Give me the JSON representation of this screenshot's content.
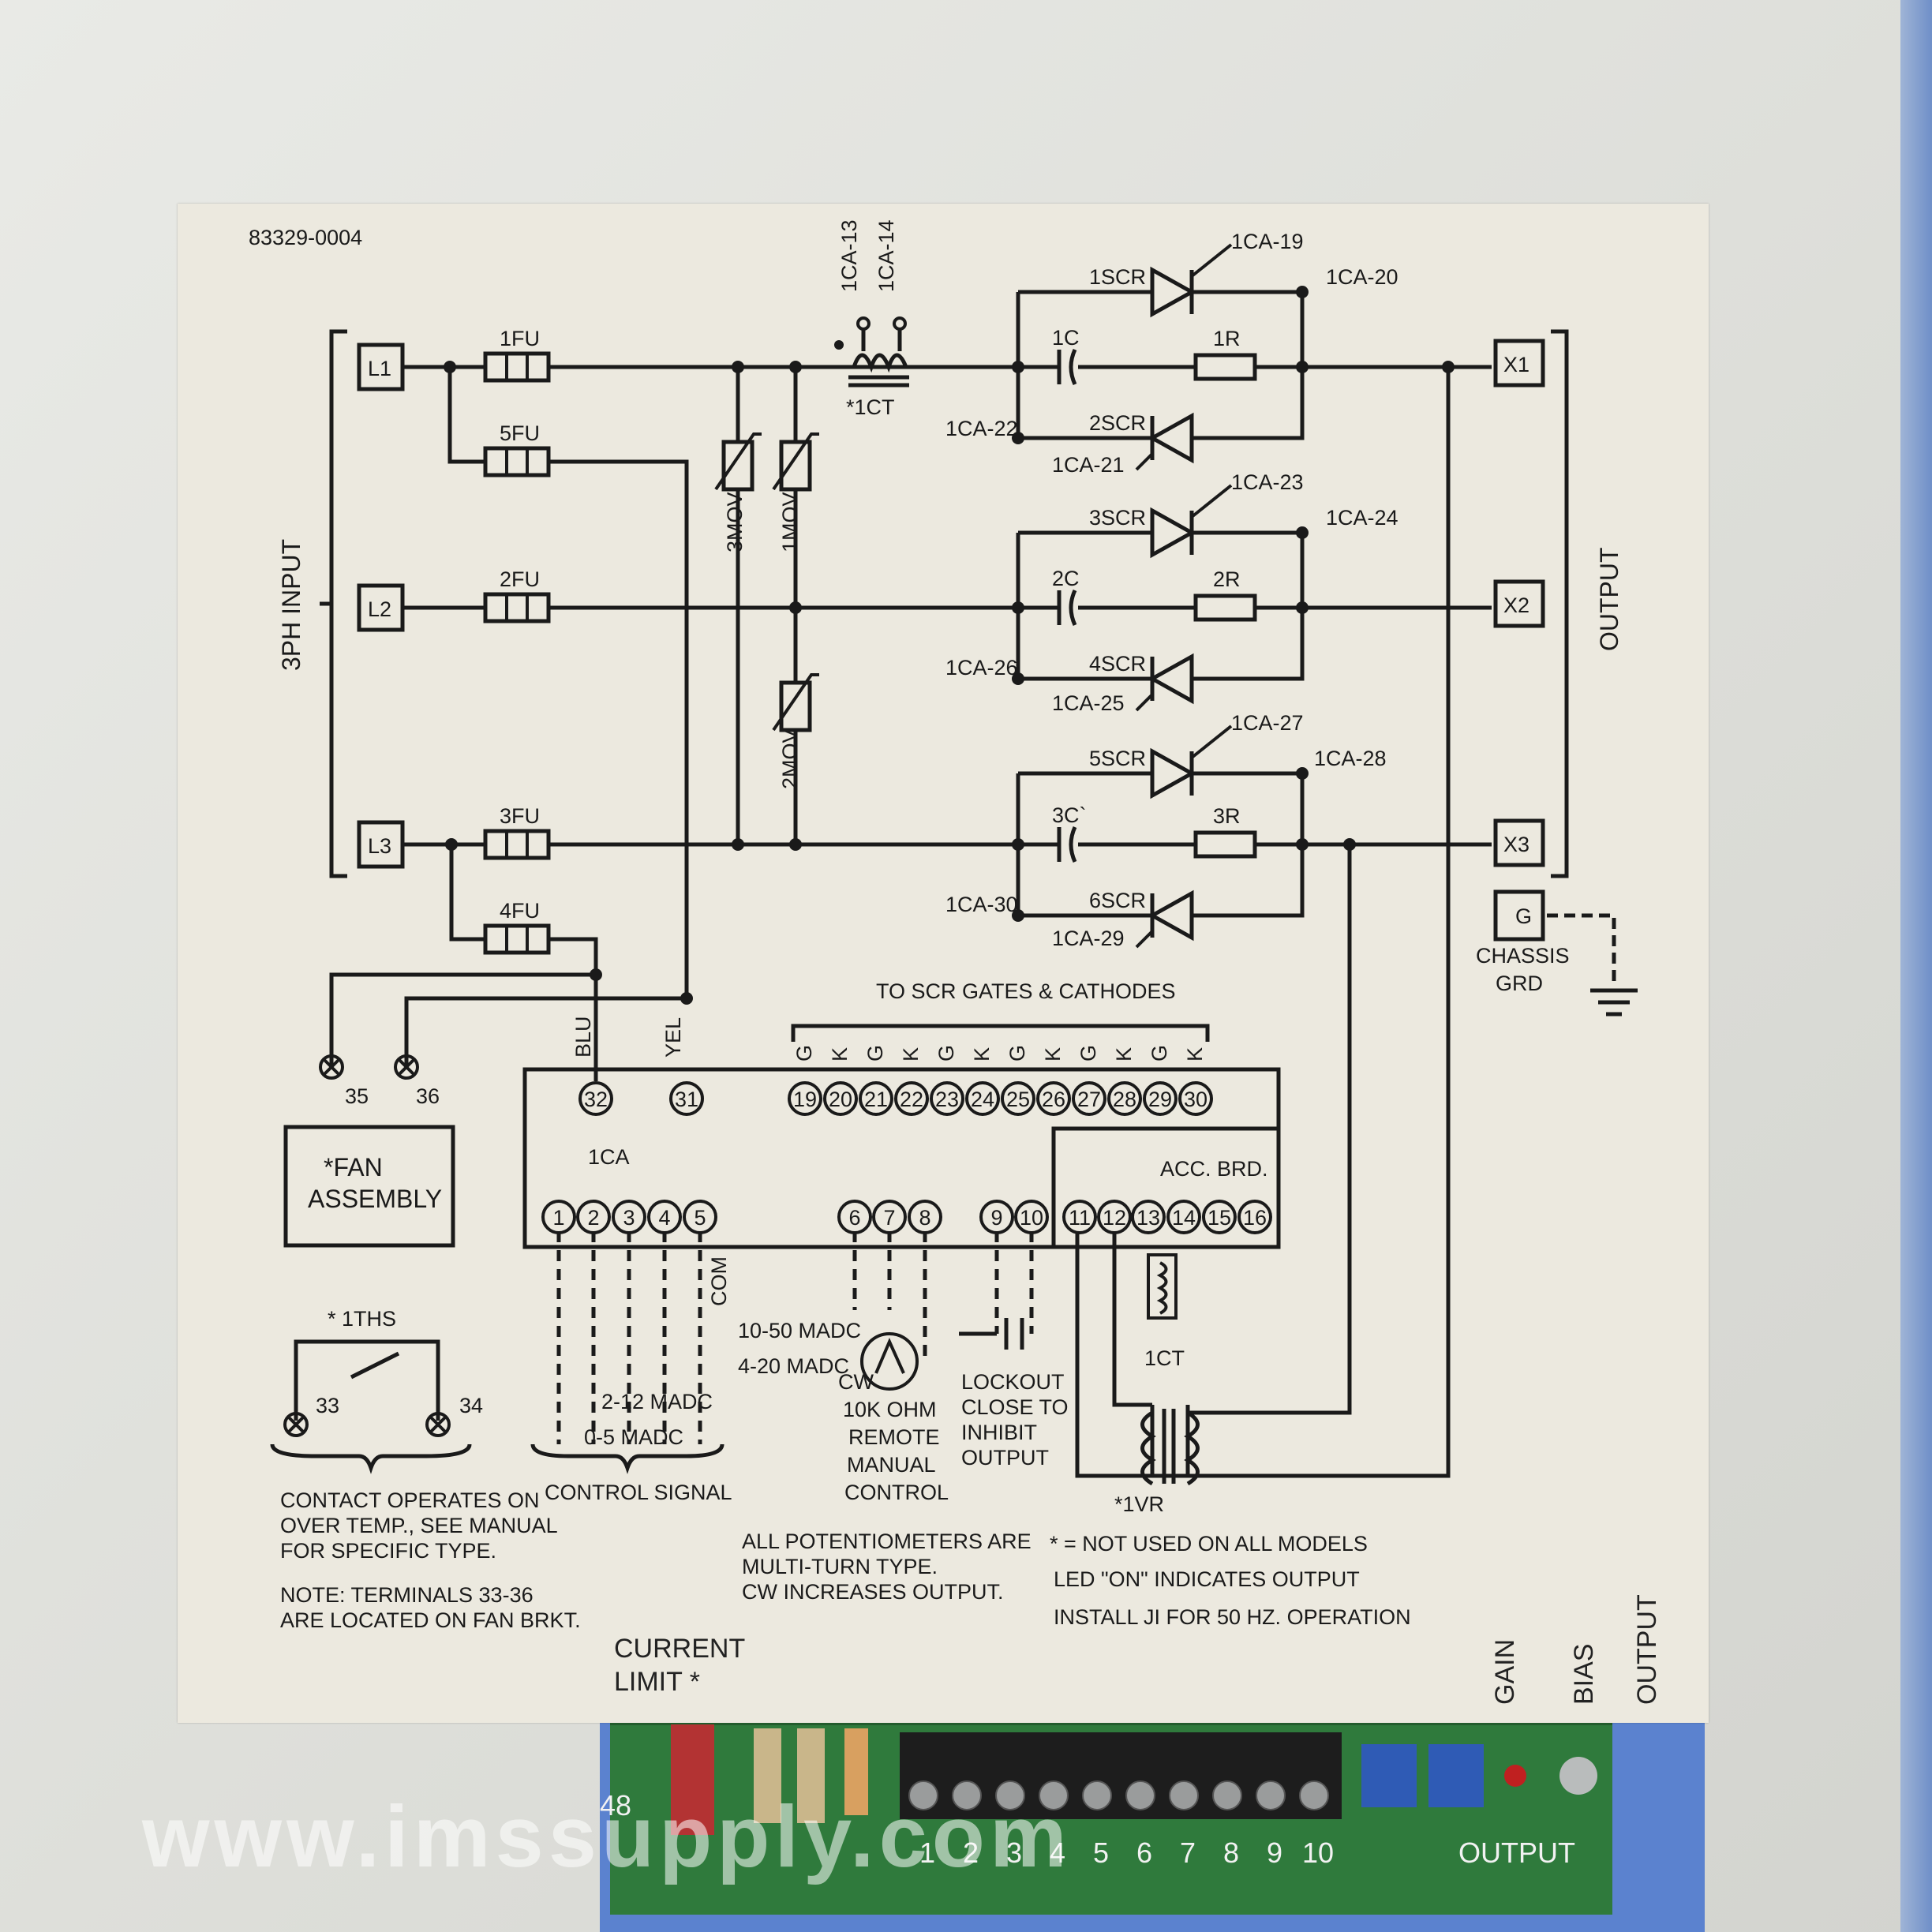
{
  "part_number": "83329-0004",
  "input_group": "3PH INPUT",
  "output_group": "OUTPUT",
  "input_terminals": [
    "L1",
    "L2",
    "L3"
  ],
  "output_terminals": [
    "X1",
    "X2",
    "X3"
  ],
  "fuses": [
    "1FU",
    "5FU",
    "2FU",
    "3FU",
    "4FU"
  ],
  "ct_terminals": [
    "1CA-13",
    "1CA-14"
  ],
  "ct": "*1CT",
  "movs": [
    "3MOV",
    "1MOV",
    "2MOV"
  ],
  "scrs": [
    "1SCR",
    "2SCR",
    "3SCR",
    "4SCR",
    "5SCR",
    "6SCR"
  ],
  "caps": [
    "1C",
    "2C",
    "3C`"
  ],
  "resistors": [
    "1R",
    "2R",
    "3R"
  ],
  "scr_terms": [
    "1CA-19",
    "1CA-20",
    "1CA-22",
    "1CA-21",
    "1CA-23",
    "1CA-24",
    "1CA-26",
    "1CA-25",
    "1CA-27",
    "1CA-28",
    "1CA-30",
    "1CA-29"
  ],
  "ground": {
    "terminal": "G",
    "line1": "CHASSIS",
    "line2": "GRD"
  },
  "gates_label": "TO SCR GATES & CATHODES",
  "gate_letters": [
    "G",
    "K",
    "G",
    "K",
    "G",
    "K",
    "G",
    "K",
    "G",
    "K",
    "G",
    "K"
  ],
  "wire_colors": [
    "BLU",
    "YEL"
  ],
  "board_top_terms": [
    "32",
    "31",
    "19",
    "20",
    "21",
    "22",
    "23",
    "24",
    "25",
    "26",
    "27",
    "28",
    "29",
    "30"
  ],
  "board_label": "1CA",
  "acc_label": "ACC. BRD.",
  "board_bottom_terms": [
    "1",
    "2",
    "3",
    "4",
    "5",
    "6",
    "7",
    "8",
    "9",
    "10",
    "11",
    "12",
    "13",
    "14",
    "15",
    "16"
  ],
  "fan": {
    "line1": "*FAN",
    "line2": "ASSEMBLY",
    "t1": "35",
    "t2": "36"
  },
  "ths": {
    "label": "* 1THS",
    "t1": "33",
    "t2": "34"
  },
  "signals": {
    "com": "COM",
    "s1": "10-50 MADC",
    "s2": "4-20 MADC",
    "s3": "2-12 MADC",
    "s4": "0-5 MADC",
    "group": "CONTROL SIGNAL",
    "plus": "+",
    "minus": "-"
  },
  "pot": {
    "cw": "CW",
    "l1": "10K OHM",
    "l2": "REMOTE",
    "l3": "MANUAL",
    "l4": "CONTROL"
  },
  "lockout": {
    "l1": "LOCKOUT",
    "l2": "CLOSE TO",
    "l3": "INHIBIT",
    "l4": "OUTPUT"
  },
  "ct2": "1CT",
  "vr": "*1VR",
  "notes": {
    "contact": [
      "CONTACT OPERATES ON",
      "OVER TEMP., SEE MANUAL",
      "FOR SPECIFIC TYPE."
    ],
    "terminals": [
      "NOTE: TERMINALS 33-36",
      "ARE LOCATED ON FAN BRKT."
    ],
    "pots": [
      "ALL POTENTIOMETERS ARE",
      "MULTI-TURN TYPE.",
      "CW INCREASES OUTPUT."
    ],
    "models": [
      "* = NOT USED ON ALL MODELS",
      "LED \"ON\" INDICATES OUTPUT",
      "INSTALL JI FOR 50 HZ. OPERATION"
    ]
  },
  "panel": {
    "current": "CURRENT",
    "limit": "LIMIT *",
    "gain": "GAIN",
    "bias": "BIAS",
    "output": "OUTPUT"
  },
  "pcb": {
    "numbers": [
      "1",
      "2",
      "3",
      "4",
      "5",
      "6",
      "7",
      "8",
      "9",
      "10"
    ],
    "output": "OUTPUT",
    "mark": "48"
  },
  "watermark": "www.imssupply.com"
}
